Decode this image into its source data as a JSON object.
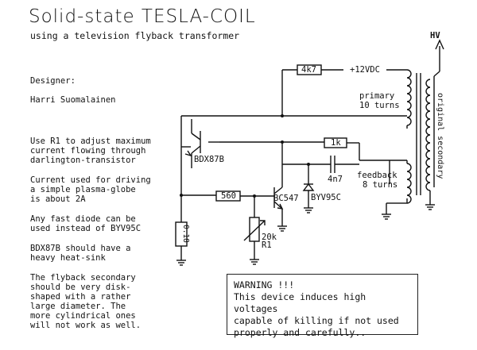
{
  "header": {
    "title": "Solid-state TESLA-COIL",
    "subtitle": "using a television flyback transformer"
  },
  "notes": {
    "designer_label": "Designer:",
    "designer_name": "Harri Suomalainen",
    "paragraphs": [
      "Use R1 to adjust maximum\ncurrent flowing through\ndarlington-transistor",
      "Current used for driving\na simple plasma-globe\nis about 2A",
      "Any fast diode can be\nused instead of BYV95C",
      "BDX87B should have a\nheavy heat-sink",
      "The flyback secondary\nshould be very disk-\nshaped with a rather\nlarge diameter. The\nmore cylindrical ones\nwill not work as well."
    ]
  },
  "labels": {
    "hv": "HV",
    "supply": "+12VDC",
    "r_4k7": "4k7",
    "r_1k": "1k",
    "r_560": "560",
    "r_018": "0.18",
    "c_4n7": "4n7",
    "pot": "20k",
    "pot_name": "R1",
    "q1": "BDX87B",
    "q2": "BC547",
    "diode": "BYV95C",
    "primary": "primary",
    "primary_turns": "10 turns",
    "feedback": "feedback",
    "feedback_turns": "8 turns",
    "secondary": "original secondary"
  },
  "warning": {
    "heading": "WARNING !!!",
    "lines": [
      "This device induces high voltages",
      "capable of killing if not used",
      "properly and carefully.."
    ]
  }
}
